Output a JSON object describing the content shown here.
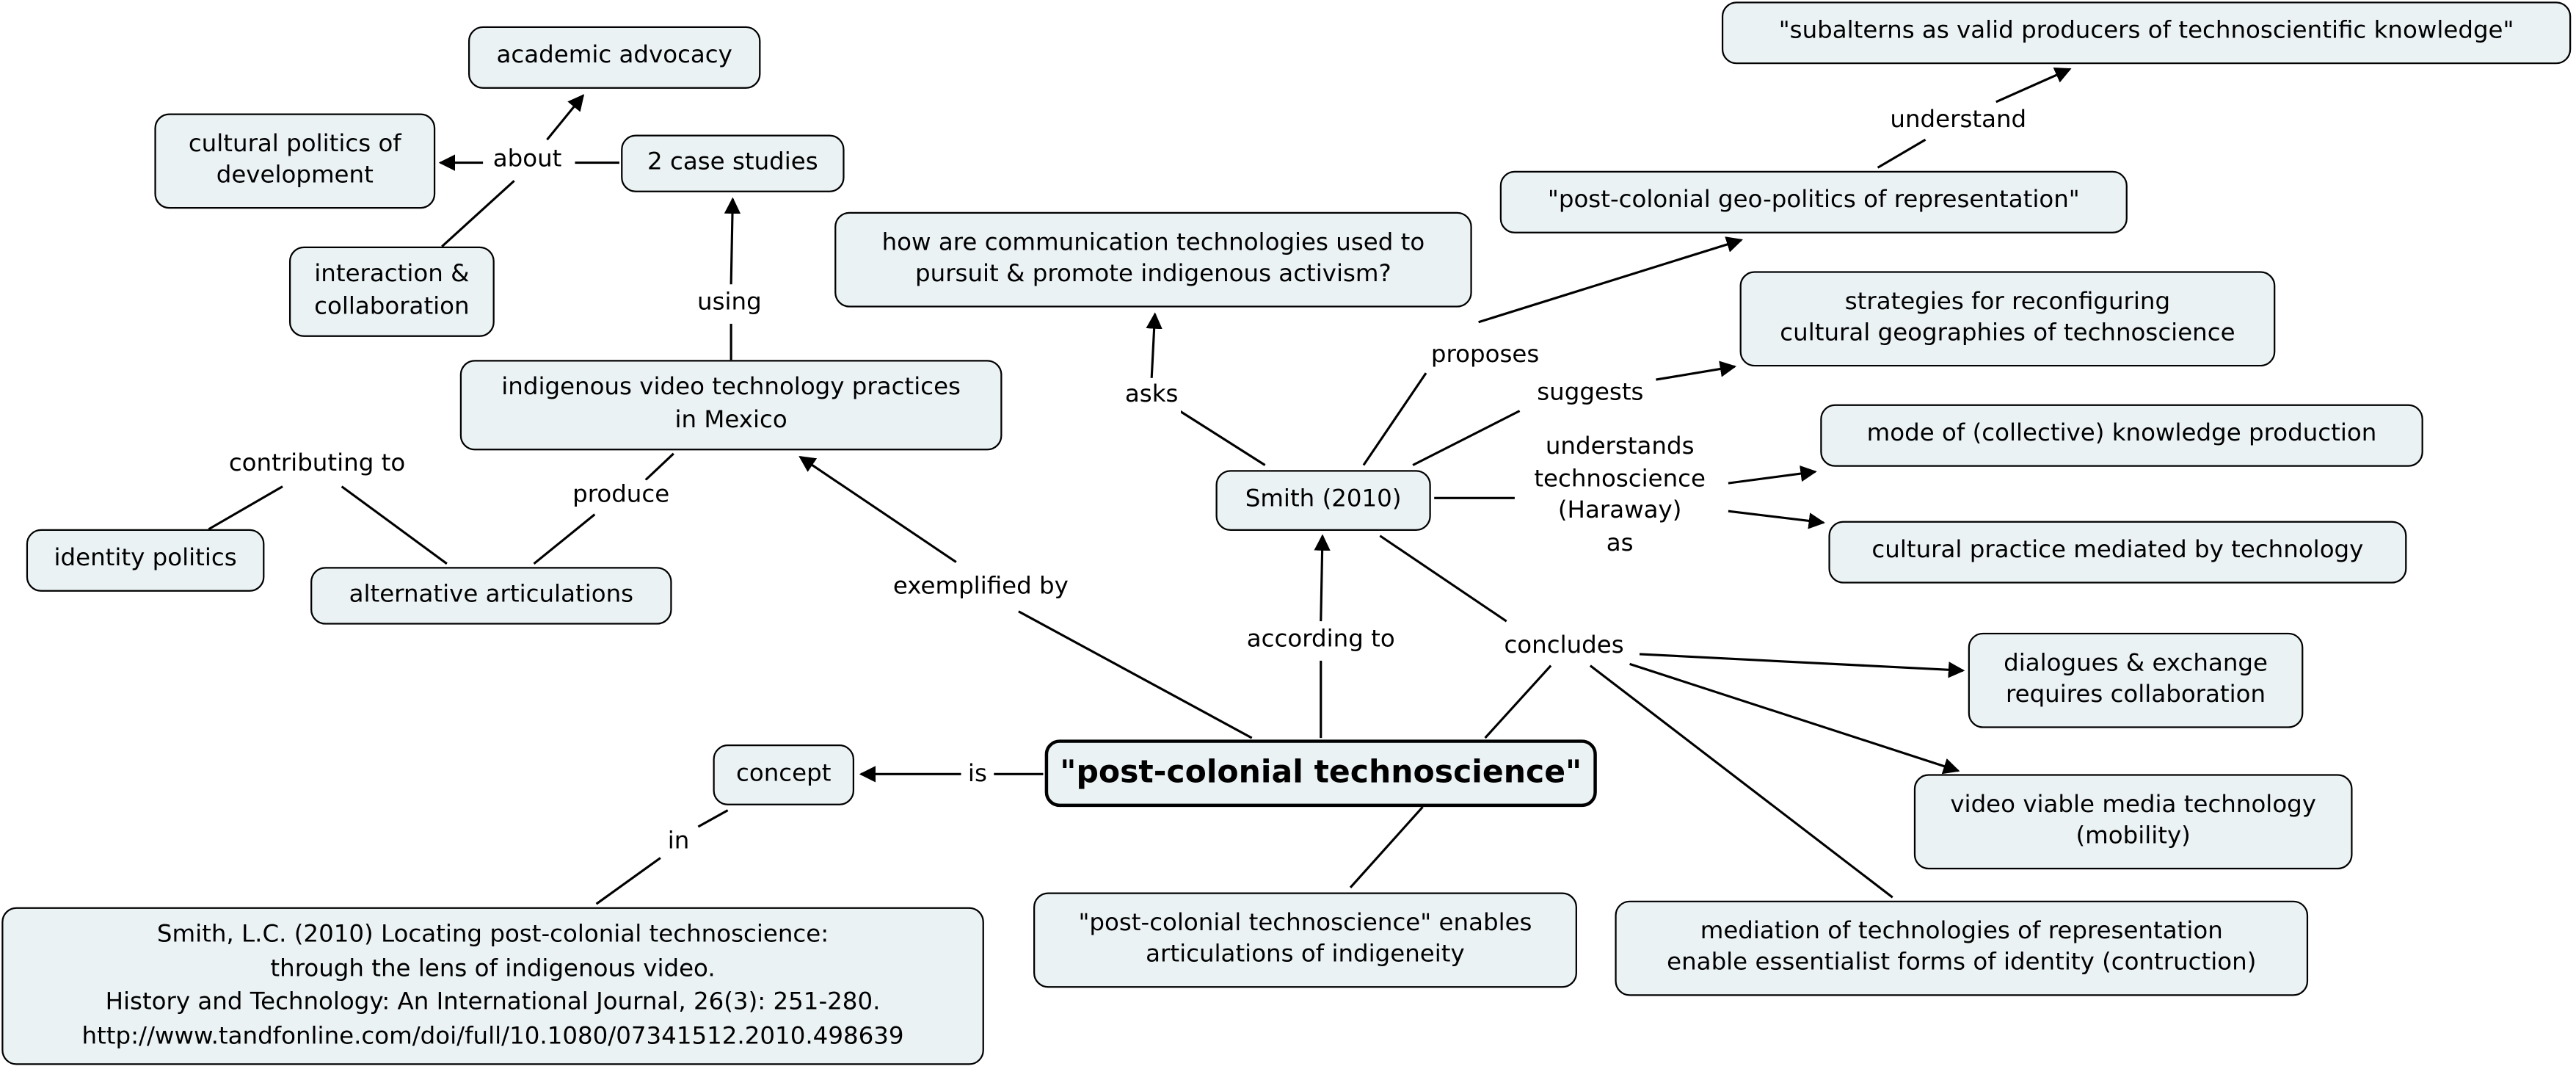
{
  "nodes": {
    "main": "\"post-colonial technoscience\"",
    "concept": "concept",
    "reference": "Smith, L.C. (2010) Locating post-colonial technoscience:\nthrough the lens of indigenous video.\nHistory and Technology: An International Journal, 26(3): 251-280.\nhttp://www.tandfonline.com/doi/full/10.1080/07341512.2010.498639",
    "enables": "\"post-colonial technoscience\" enables\narticulations of indigeneity",
    "smith": "Smith (2010)",
    "question": "how are communication technologies used to\npursuit & promote indigenous activism?",
    "geopolitics": "\"post-colonial geo-politics of representation\"",
    "subalterns": "\"subalterns as valid producers of technoscientific knowledge\"",
    "strategies": "strategies for reconfiguring\ncultural geographies of technoscience",
    "mode": "mode of (collective) knowledge production",
    "cultural_practice": "cultural practice mediated by technology",
    "dialogues": "dialogues & exchange\nrequires collaboration",
    "video_viable": "video viable media technology\n(mobility)",
    "mediation": "mediation of technologies of representation\nenable essentialist forms of identity (contruction)",
    "indigenous_video": "indigenous video technology practices\nin Mexico",
    "case_studies": "2 case studies",
    "academic_advocacy": "academic advocacy",
    "cultural_politics": "cultural politics of\ndevelopment",
    "interaction": "interaction &\ncollaboration",
    "identity_politics": "identity politics",
    "alt_articulations": "alternative articulations"
  },
  "links": {
    "is": "is",
    "in": "in",
    "according_to": "according to",
    "exemplified_by": "exemplified by",
    "asks": "asks",
    "proposes": "proposes",
    "understand": "understand",
    "suggests": "suggests",
    "understands": "understands\ntechnoscience\n(Haraway)\nas",
    "concludes": "concludes",
    "using": "using",
    "about": "about",
    "produce": "produce",
    "contributing_to": "contributing to"
  }
}
